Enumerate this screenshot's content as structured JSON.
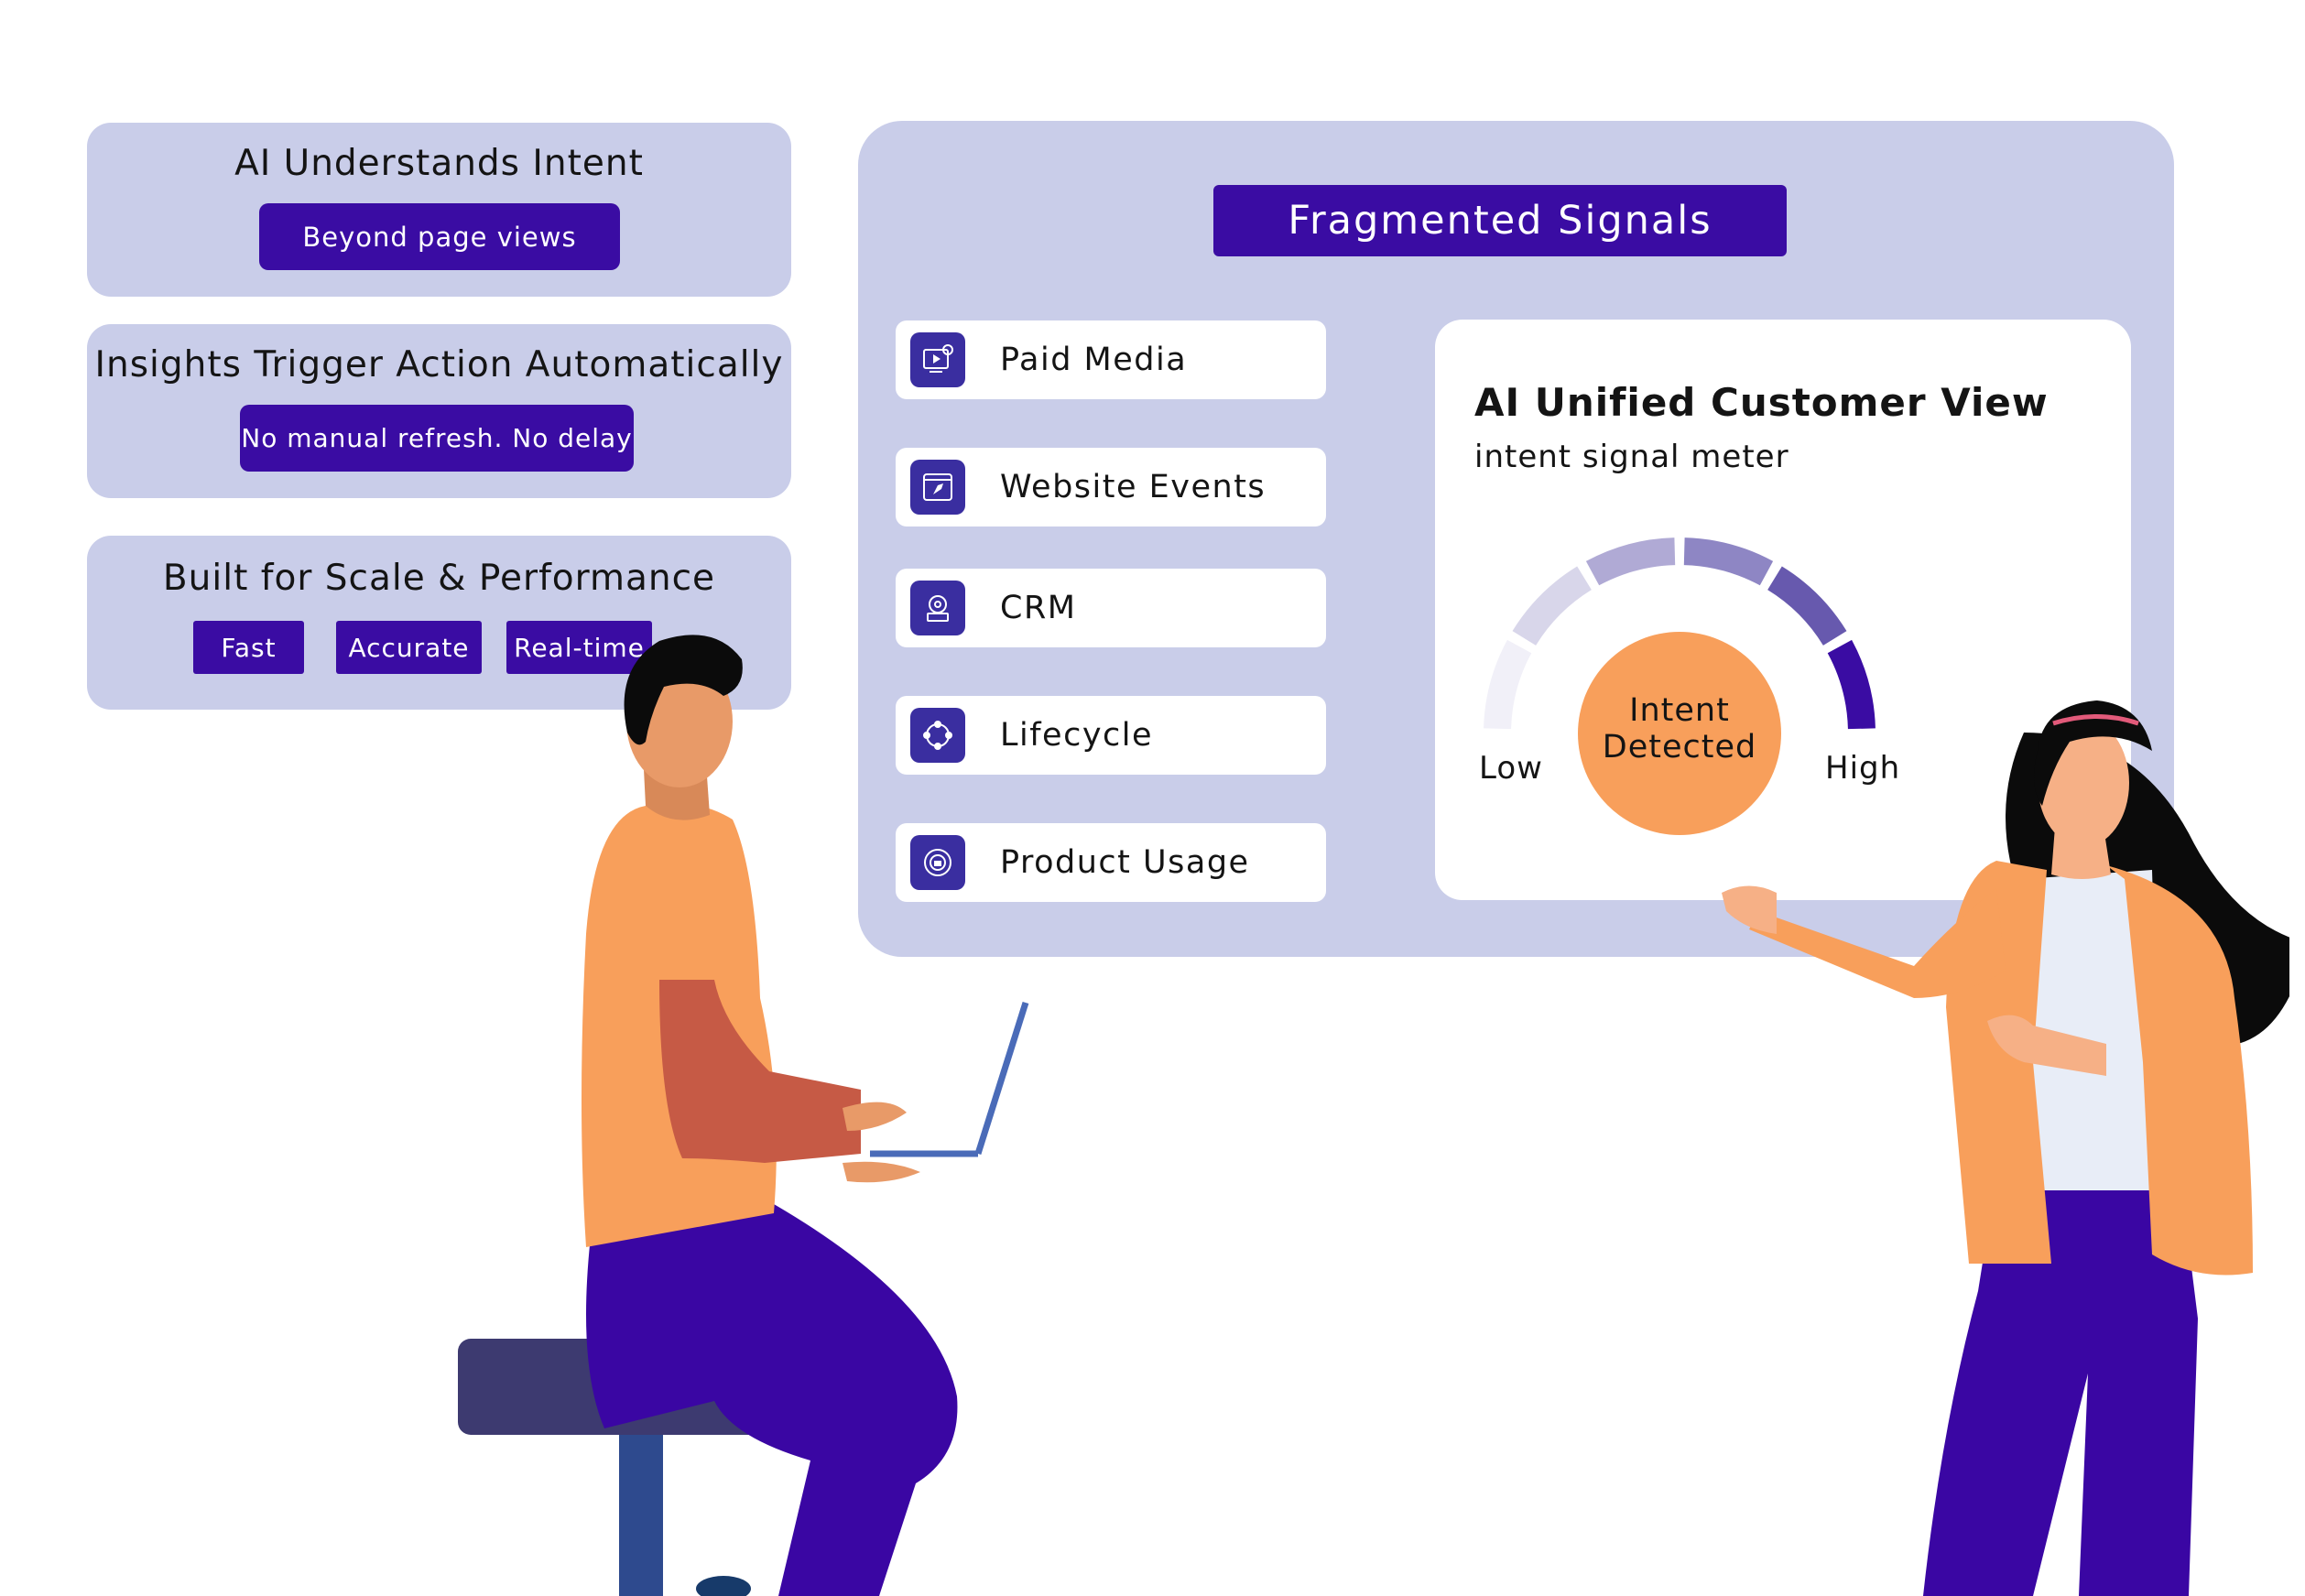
{
  "left_cards": [
    {
      "title": "AI Understands Intent",
      "badge": "Beyond page views"
    },
    {
      "title": "Insights Trigger Action Automatically",
      "badge": "No manual refresh. No delay"
    },
    {
      "title": "Built for Scale & Performance",
      "tags": [
        "Fast",
        "Accurate",
        "Real-time"
      ]
    }
  ],
  "board": {
    "title": "Fragmented Signals",
    "signals": [
      {
        "label": "Paid Media",
        "icon": "video-ad-icon"
      },
      {
        "label": "Website Events",
        "icon": "rocket-browser-icon"
      },
      {
        "label": "CRM",
        "icon": "crm-gear-icon"
      },
      {
        "label": "Lifecycle",
        "icon": "cycle-arrows-icon"
      },
      {
        "label": "Product Usage",
        "icon": "gauge-usage-icon"
      }
    ]
  },
  "customer_view": {
    "title": "AI Unified Customer View",
    "subtitle": "intent signal meter",
    "meter": {
      "low_label": "Low",
      "high_label": "High",
      "center_line1": "Intent",
      "center_line2": "Detected",
      "level": 1.0,
      "segment_colors": [
        "#f1f0f8",
        "#d8d6ea",
        "#b0aad5",
        "#8e86c4",
        "#6759ae",
        "#3a0ca3"
      ]
    }
  },
  "colors": {
    "accent": "#3a0ca3",
    "panel": "#c9cde9",
    "skin": "#e89a68",
    "shirt": "#f89f5b",
    "pants": "#3a06a3",
    "stool": "#3d3a70"
  }
}
